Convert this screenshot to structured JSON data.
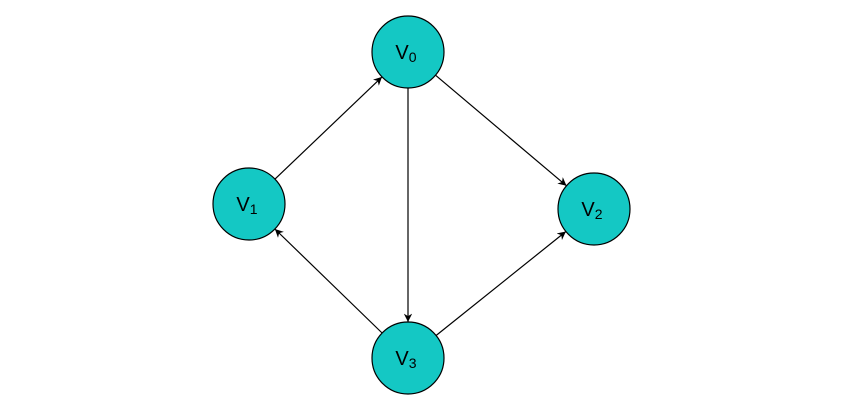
{
  "diagram": {
    "node_color": "#14c8c4",
    "edge_color": "#000000",
    "directed": true,
    "nodes": [
      {
        "id": "v0",
        "letter": "V",
        "subscript": "0"
      },
      {
        "id": "v1",
        "letter": "V",
        "subscript": "1"
      },
      {
        "id": "v2",
        "letter": "V",
        "subscript": "2"
      },
      {
        "id": "v3",
        "letter": "V",
        "subscript": "3"
      }
    ],
    "edges": [
      {
        "from": "v1",
        "to": "v0"
      },
      {
        "from": "v0",
        "to": "v2"
      },
      {
        "from": "v0",
        "to": "v3"
      },
      {
        "from": "v3",
        "to": "v1"
      },
      {
        "from": "v3",
        "to": "v2"
      }
    ]
  }
}
